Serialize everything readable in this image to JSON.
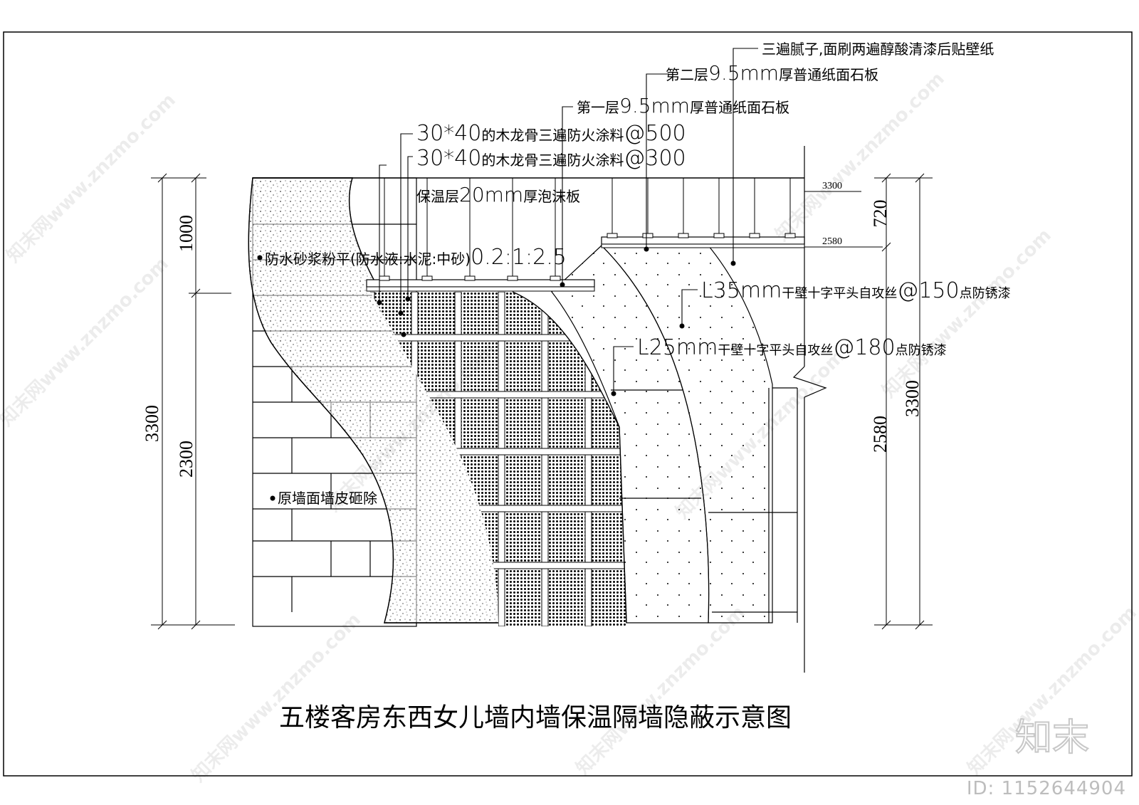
{
  "title": "五楼客房东西女儿墙内墙保温隔墙隐蔽示意图",
  "labels": {
    "putty": "三遍腻子,面刷两遍醇酸清漆后贴壁纸",
    "layer2_prefix": "第二层",
    "layer2_size": "9.5mm",
    "layer2_suffix": "厚普通纸面石板",
    "layer1_prefix": "第一层",
    "layer1_size": "9.5mm",
    "layer1_suffix": "厚普通纸面石板",
    "keel500_size": "30*40",
    "keel500_mid": "的木龙骨三遍防火涂料",
    "keel500_spacing": "@500",
    "keel300_size": "30*40",
    "keel300_mid": "的木龙骨三遍防火涂料",
    "keel300_spacing": "@300",
    "insul_prefix": "保温层",
    "insul_size": "20mm",
    "insul_suffix": "厚泡沫板",
    "waterproof_prefix": "防水砂浆粉平(防水液:水泥:中砂)",
    "waterproof_ratio": "0.2:1:2.5",
    "screw35_size": "L35mm",
    "screw35_mid": "干壁十字平头自攻丝",
    "screw35_spacing": "@150",
    "screw35_suffix": "点防锈漆",
    "screw25_size": "L25mm",
    "screw25_mid": "干壁十字平头自攻丝",
    "screw25_spacing": "@180",
    "screw25_suffix": "点防锈漆",
    "original_wall": "原墙面墙皮砸除"
  },
  "dimensions": {
    "left_total": "3300",
    "left_top": "1000",
    "left_bottom": "2300",
    "right_total": "3300",
    "right_top": "720",
    "right_bottom": "2580",
    "level_upper": "3300",
    "level_lower": "2580"
  },
  "watermark": {
    "text": "知末网www.znzmo.com",
    "logo": "知末",
    "id": "ID: 1152644904"
  }
}
